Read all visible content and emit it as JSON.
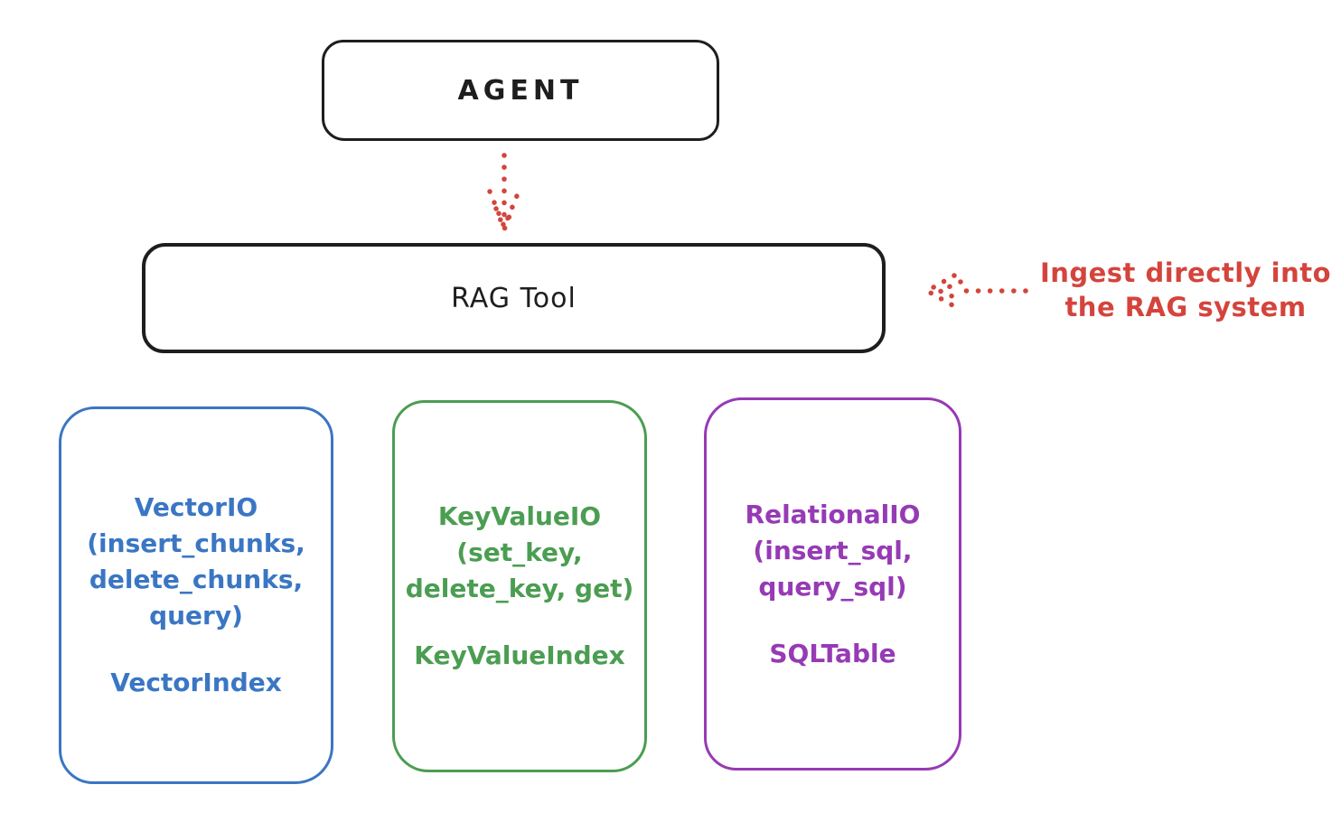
{
  "colors": {
    "ink": "#1e1e1e",
    "red": "#d4443c",
    "blue": "#3a76c3",
    "green": "#4b9d52",
    "purple": "#963ab5"
  },
  "agent": {
    "label": "AGENT"
  },
  "rag_tool": {
    "label": "RAG Tool"
  },
  "annotation": {
    "line1": "Ingest directly into",
    "line2": "the RAG system"
  },
  "io_boxes": [
    {
      "name": "VectorIO",
      "lines": [
        "VectorIO",
        "(insert_chunks,",
        "delete_chunks,",
        "query)"
      ],
      "footer": "VectorIndex",
      "color": "#3a76c3"
    },
    {
      "name": "KeyValueIO",
      "lines": [
        "KeyValueIO",
        "(set_key,",
        "delete_key, get)"
      ],
      "footer": "KeyValueIndex",
      "color": "#4b9d52"
    },
    {
      "name": "RelationalIO",
      "lines": [
        "RelationalIO",
        "(insert_sql,",
        "query_sql)"
      ],
      "footer": "SQLTable",
      "color": "#963ab5"
    }
  ],
  "arrows": [
    {
      "name": "agent-to-rag-tool",
      "style": "dotted",
      "direction": "down",
      "color": "#d4443c"
    },
    {
      "name": "ingest-into-rag-tool",
      "style": "dotted",
      "direction": "left",
      "color": "#d4443c"
    }
  ]
}
